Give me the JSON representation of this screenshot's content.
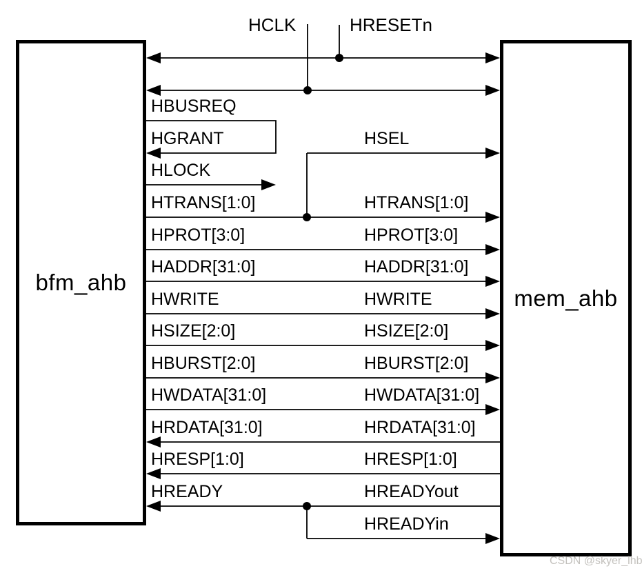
{
  "blocks": {
    "master": "bfm_ahb",
    "slave": "mem_ahb"
  },
  "clock_signals": {
    "hclk": "HCLK",
    "hresetn": "HRESETn"
  },
  "master_signals": {
    "hbusreq": "HBUSREQ",
    "hgrant": "HGRANT",
    "hlock": "HLOCK",
    "htrans": "HTRANS[1:0]",
    "hprot": "HPROT[3:0]",
    "haddr": "HADDR[31:0]",
    "hwrite": "HWRITE",
    "hsize": "HSIZE[2:0]",
    "hburst": "HBURST[2:0]",
    "hwdata": "HWDATA[31:0]",
    "hrdata": "HRDATA[31:0]",
    "hresp": "HRESP[1:0]",
    "hready": "HREADY"
  },
  "slave_signals": {
    "hsel": "HSEL",
    "htrans": "HTRANS[1:0]",
    "hprot": "HPROT[3:0]",
    "haddr": "HADDR[31:0]",
    "hwrite": "HWRITE",
    "hsize": "HSIZE[2:0]",
    "hburst": "HBURST[2:0]",
    "hwdata": "HWDATA[31:0]",
    "hrdata": "HRDATA[31:0]",
    "hresp": "HRESP[1:0]",
    "hreadyout": "HREADYout",
    "hreadyin": "HREADYin"
  },
  "watermark": "CSDN @skyer_lhb",
  "colors": {
    "line": "#000000",
    "text": "#000000",
    "background": "#ffffff",
    "watermark": "#c3c1bd"
  }
}
